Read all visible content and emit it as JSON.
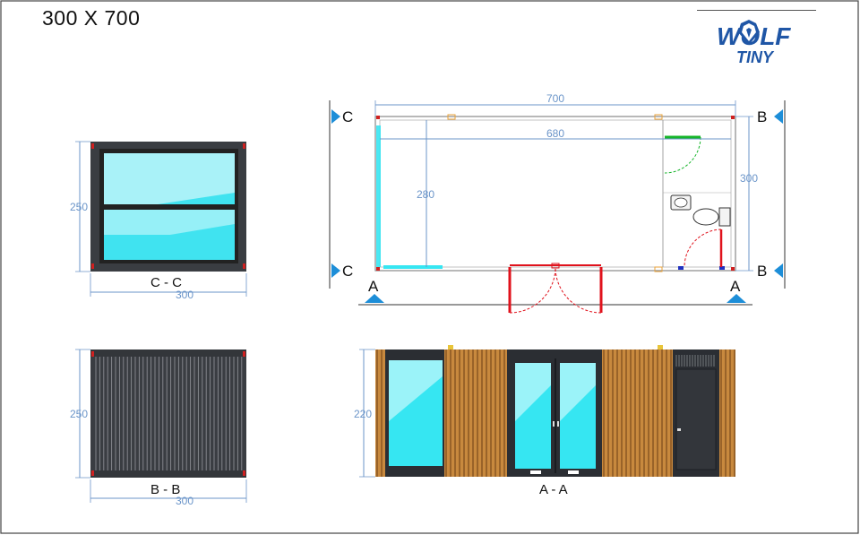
{
  "title": "300 X 700",
  "logo": {
    "line1": "WOLF",
    "line2": "TINY",
    "color": "#1f56a6",
    "icon": "wolf-head-icon"
  },
  "colors": {
    "frame": "#3a3d42",
    "glass": "#36e6f2",
    "dimension": "#6b95c9",
    "wood": "#c8893e",
    "door": "#e0121c",
    "wall": "#9a9a9a"
  },
  "sections": {
    "cc": {
      "label": "C - C",
      "width": "300",
      "height": "250"
    },
    "bb": {
      "label": "B - B",
      "width": "300",
      "height": "250"
    },
    "aa": {
      "label": "A - A",
      "height": "220"
    }
  },
  "plan": {
    "outer_length": "700",
    "inner_length": "680",
    "outer_width": "300",
    "inner_width": "280",
    "markers": {
      "a": "A",
      "b": "B",
      "c": "C"
    }
  }
}
